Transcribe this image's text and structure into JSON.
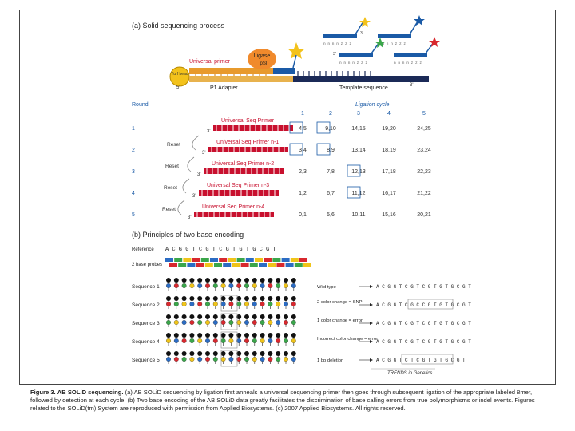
{
  "partA": {
    "title": "(a) Solid sequencing process",
    "bead_label": "Turf bead",
    "universal_primer_label": "Universal primer",
    "ligase_label": "Ligase",
    "ligase_sub": "pSI",
    "p1_adapter_label": "P1 Adapter",
    "template_label": "Template sequence",
    "five_prime": "5'",
    "three_prime": "3'",
    "round_label": "Round",
    "ligation_cycle_label": "Ligation cycle",
    "cycle_headers": [
      "1",
      "2",
      "3",
      "4",
      "5"
    ],
    "rounds": [
      {
        "round": "1",
        "reset": "",
        "primer": "Universal Seq Primer",
        "values": [
          "4,5",
          "9,10",
          "14,15",
          "19,20",
          "24,25"
        ]
      },
      {
        "round": "2",
        "reset": "Reset",
        "primer": "Universal Seq Primer n-1",
        "values": [
          "3,4",
          "8,9",
          "13,14",
          "18,19",
          "23,24"
        ]
      },
      {
        "round": "3",
        "reset": "Reset",
        "primer": "Universal Seq Primer n-2",
        "values": [
          "2,3",
          "7,8",
          "12,13",
          "17,18",
          "22,23"
        ]
      },
      {
        "round": "4",
        "reset": "Reset",
        "primer": "Universal Seq Primer n-3",
        "values": [
          "1,2",
          "6,7",
          "11,12",
          "16,17",
          "21,22"
        ]
      },
      {
        "round": "5",
        "reset": "Reset",
        "primer": "Universal Seq Primer n-4",
        "values": [
          "0,1",
          "5,6",
          "10,11",
          "15,16",
          "20,21"
        ]
      }
    ]
  },
  "partB": {
    "title": "(b) Principles of two base encoding",
    "reference_label": "Reference",
    "reference_seq": "A C G G T C G T C G T G T G C G T",
    "probes_label": "2 base probes",
    "sequences": [
      {
        "label": "Sequence 1",
        "note": "Wild type",
        "result": "A C G G T C G T C G T G T G C G T"
      },
      {
        "label": "Sequence 2",
        "note": "2 color change = SNP",
        "result": "A C G G T C G  C C G T G T G C G T"
      },
      {
        "label": "Sequence 3",
        "note": "1 color change = error",
        "result": "A C G G T C G T C G T G T G C G T"
      },
      {
        "label": "Sequence 4",
        "note": "Incorrect color change = error",
        "result": "A C G G T C G T C G T G T G C G T"
      },
      {
        "label": "Sequence 5",
        "note": "1 bp deletion",
        "result": "A C G G T C   T C G T G T G C G T"
      }
    ],
    "credit": "TRENDS in Genetics"
  },
  "caption": {
    "lead": "Figure 3.",
    "bold": "AB SOLiD sequencing.",
    "body": " (a) AB SOLiD sequencing by ligation first anneals a universal sequencing primer then goes through subsequent ligation of the appropriate labeled 8mer, followed by detection at each cycle. (b) Two base encoding of the AB SOLiD data greatly facilitates the discrimination of base calling errors from true polymorphisms or indel events. Figures related to the SOLiD(tm) System are reproduced with permission from Applied Biosystems. (c) 2007 Applied Biosystems. All rights reserved."
  },
  "colors": {
    "primer_red": "#c8102e",
    "accent_blue": "#1a5aa6",
    "navy": "#1b2a57",
    "bead_yellow": "#f3c21b",
    "orange": "#e89a2c",
    "probe_blue": "#2b6cc4",
    "probe_green": "#3aa64a",
    "probe_yellow": "#f0c419",
    "probe_red": "#d8282e"
  }
}
